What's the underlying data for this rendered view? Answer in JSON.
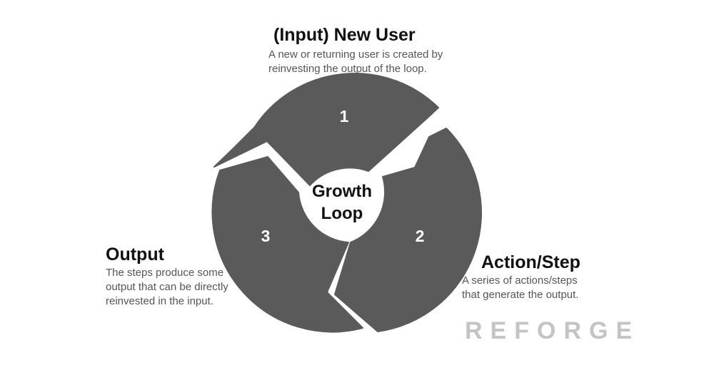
{
  "diagram": {
    "center_label_line1": "Growth",
    "center_label_line2": "Loop",
    "segment_numbers": [
      "1",
      "2",
      "3"
    ],
    "segment_color": "#5a5a5a",
    "steps": {
      "input": {
        "title": "(Input) New User",
        "description": "A new or returning user is created by\nreinvesting the output of the loop."
      },
      "action": {
        "title": "Action/Step",
        "description": "A series of actions/steps\nthat generate the output."
      },
      "output": {
        "title": "Output",
        "description": "The steps produce some\noutput that can be directly\nreinvested in the input."
      }
    }
  },
  "brand": {
    "name": "REFORGE",
    "color": "#c4c4c4"
  }
}
